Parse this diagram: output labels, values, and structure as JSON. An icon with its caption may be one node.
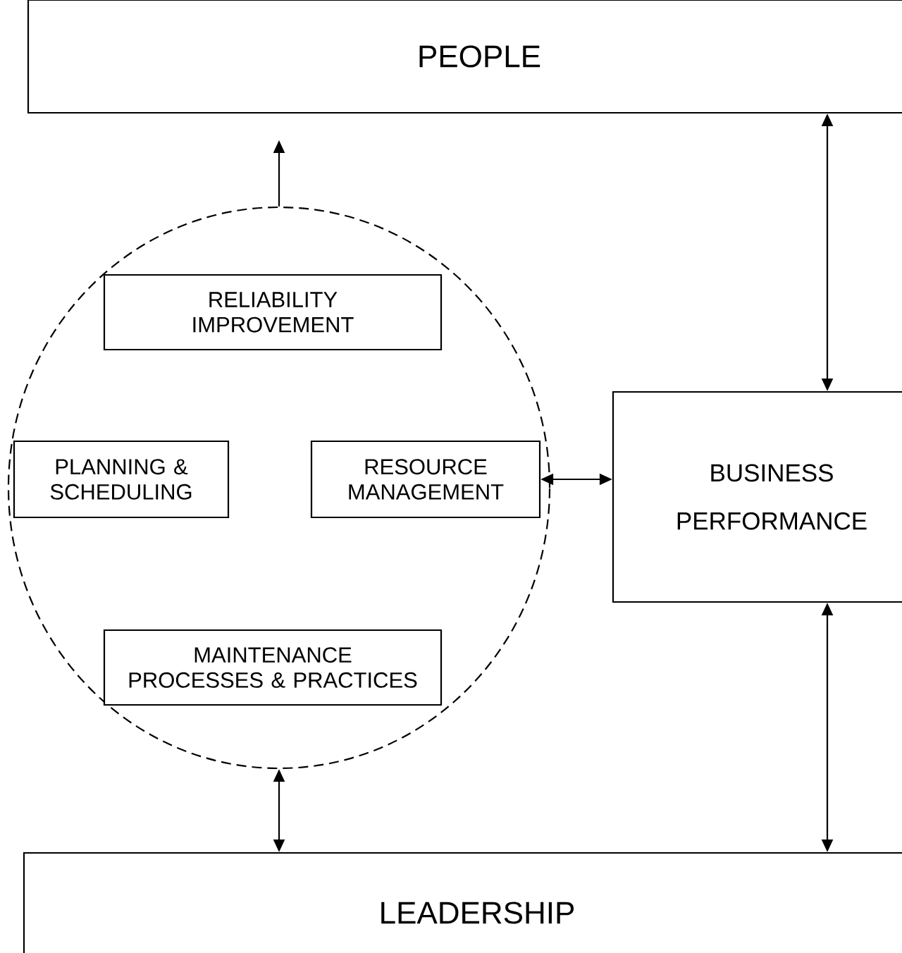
{
  "diagram": {
    "nodes": [
      {
        "text": [
          "PEOPLE"
        ]
      },
      {
        "text": [],
        "shape": "circle"
      },
      {
        "text": [
          "RELIABILITY IMPROVEMENT"
        ],
        "in": 1
      },
      {
        "text": [
          "PLANNING & SCHEDULING"
        ],
        "in": 1
      },
      {
        "text": [
          "RESOURCE MANAGEMENT"
        ],
        "in": 1
      },
      {
        "text": [
          "BUSINESS",
          "PERFORMANCE"
        ]
      },
      {
        "text": [
          "MAINTENANCE PROCESSES & PRACTICES"
        ],
        "in": 1
      },
      {
        "text": [
          "LEADERSHIP"
        ]
      }
    ],
    "edges": [
      {
        "from": 1,
        "to": null,
        "arrow": "to"
      },
      {
        "from": 0,
        "to": 5,
        "arrow": "both"
      },
      {
        "from": 4,
        "to": 5,
        "arrow": "both"
      },
      {
        "from": 1,
        "to": 7,
        "arrow": "both"
      },
      {
        "from": 5,
        "to": 7,
        "arrow": "both"
      }
    ]
  }
}
